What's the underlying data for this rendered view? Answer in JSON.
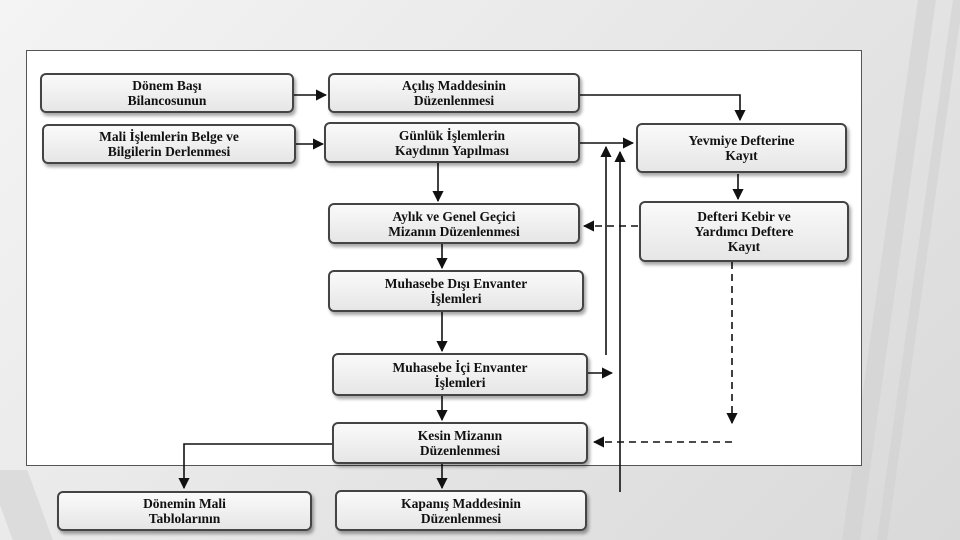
{
  "diagram": {
    "boxes": {
      "donem_basi": "Dönem Başı\nBilancosunun",
      "acilis": "Açılış  Maddesinin\nDüzenlenmesi",
      "mali_islemler": "Mali İşlemlerin Belge ve\nBilgilerin Derlenmesi",
      "gunluk": "Günlük İşlemlerin\nKaydının Yapılması",
      "yevmiye": "Yevmiye Defterine\nKayıt",
      "aylik": "Aylık ve Genel Geçici\nMizanın Düzenlenmesi",
      "defteri_kebir": "Defteri Kebir ve\nYardımcı Deftere\nKayıt",
      "disi_envanter": "Muhasebe Dışı Envanter\nİşlemleri",
      "ici_envanter": "Muhasebe İçi Envanter\nİşlemleri",
      "kesin_mizan": "Kesin Mizanın\nDüzenlenmesi",
      "mali_tablolar": "Dönemin Mali\nTablolarının",
      "kapanis": "Kapanış Maddesinin\nDüzenlenmesi"
    }
  }
}
